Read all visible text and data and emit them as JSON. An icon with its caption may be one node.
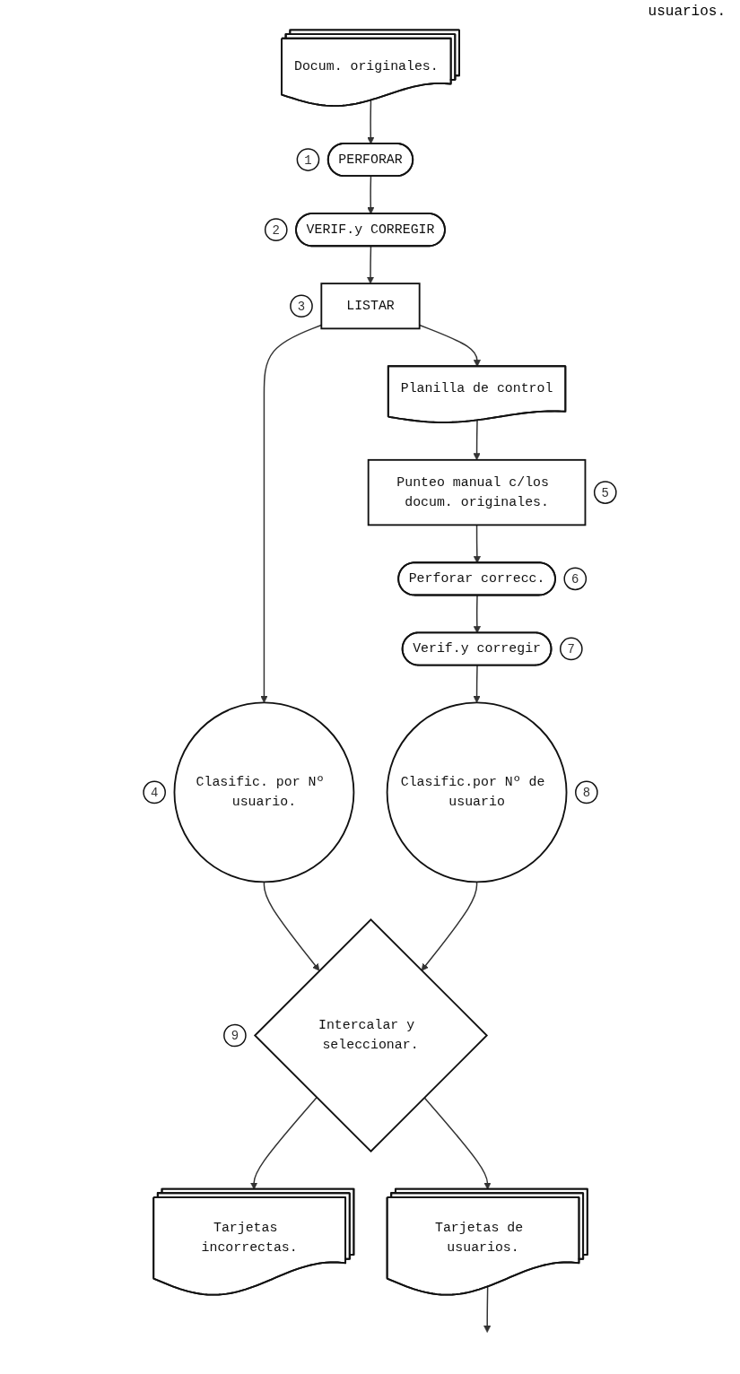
{
  "diagram": {
    "nodes": [
      {
        "text": [
          "Docum. originales."
        ]
      },
      {
        "text": [
          "PERFORAR"
        ],
        "beside": [
          "1"
        ]
      },
      {
        "text": [
          "VERIF.y CORREGIR"
        ],
        "beside": [
          "2"
        ]
      },
      {
        "text": [
          "LISTAR"
        ],
        "beside": [
          "3"
        ]
      },
      {
        "text": [
          "Planilla de control"
        ]
      },
      {
        "text": [
          "Clasific. por Nº usuario."
        ],
        "beside": [
          "4"
        ]
      },
      {
        "text": [
          "Punteo manual c/los docum. originales."
        ],
        "beside": [
          "5"
        ]
      },
      {
        "text": [
          "Perforar correcc."
        ],
        "beside": [
          "6"
        ]
      },
      {
        "text": [
          "Verif.y corregir"
        ],
        "beside": [
          "7"
        ]
      },
      {
        "text": [
          "Clasific.por Nº de usuario"
        ],
        "beside": [
          "8"
        ]
      },
      {
        "text": [
          "Intercalar y seleccionar."
        ],
        "beside": [
          "9"
        ]
      },
      {
        "text": [
          "Tarjetas incorrectas."
        ]
      },
      {
        "text": [
          "Tarjetas de usuarios."
        ]
      }
    ],
    "edges": [
      {
        "from": 0,
        "to": 1,
        "arrow": "to"
      },
      {
        "from": 1,
        "to": 2,
        "arrow": "to"
      },
      {
        "from": 2,
        "to": 3,
        "arrow": "to"
      },
      {
        "from": 3,
        "to": 4,
        "arrow": "to"
      },
      {
        "from": 3,
        "to": 5,
        "arrow": "to"
      },
      {
        "from": 4,
        "to": 6,
        "arrow": "to"
      },
      {
        "from": 6,
        "to": 7,
        "arrow": "to"
      },
      {
        "from": 7,
        "to": 8,
        "arrow": "to"
      },
      {
        "from": 8,
        "to": 9,
        "arrow": "to"
      },
      {
        "from": 5,
        "to": 10,
        "arrow": "to"
      },
      {
        "from": 9,
        "to": 10,
        "arrow": "to"
      },
      {
        "from": 10,
        "to": 11,
        "arrow": "to"
      },
      {
        "from": 10,
        "to": 12,
        "arrow": "to"
      },
      {
        "from": 12,
        "to": null,
        "arrow": "to"
      }
    ],
    "labels": [
      "usuarios."
    ]
  }
}
